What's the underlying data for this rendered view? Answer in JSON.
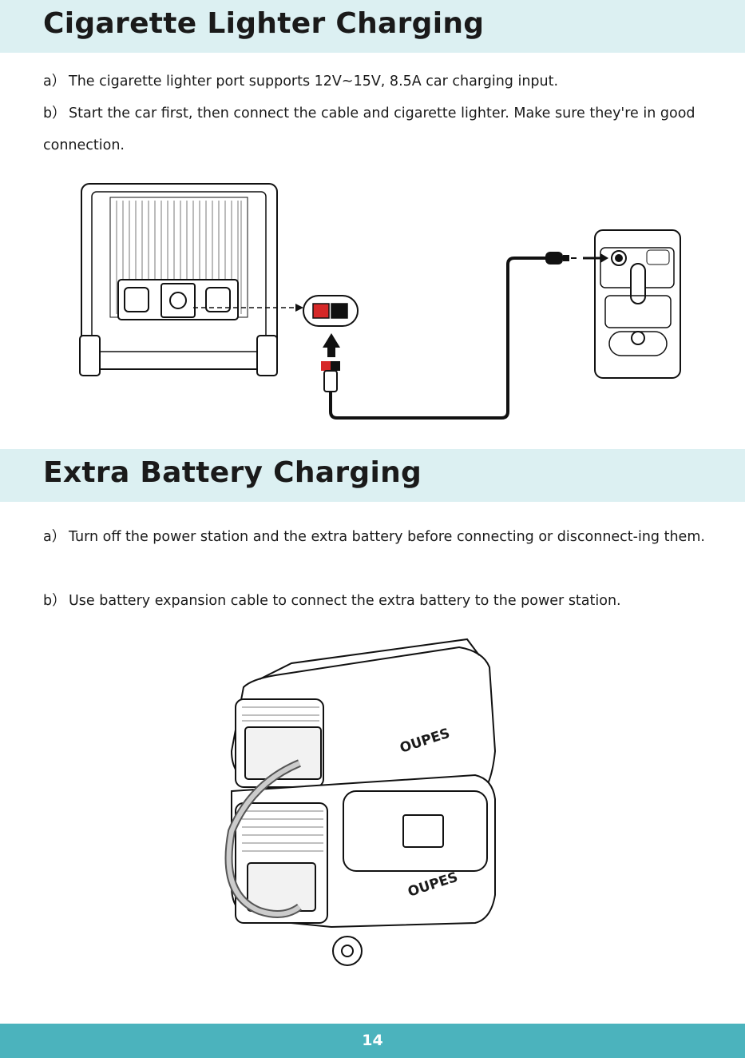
{
  "sections": [
    {
      "title": "Cigarette Lighter Charging",
      "items": [
        {
          "marker": "a）",
          "text": "The cigarette lighter port supports 12V~15V, 8.5A car charging input."
        },
        {
          "marker": "b）",
          "text": "Start the car first, then connect the cable and cigarette lighter. Make sure they're in good connection."
        }
      ]
    },
    {
      "title": "Extra Battery Charging",
      "items": [
        {
          "marker": "a）",
          "text": "Turn off the power station and the extra battery before connecting or disconnect-ing them."
        },
        {
          "marker": "b）",
          "text": "Use battery expansion cable to connect the extra battery to the power station."
        }
      ]
    }
  ],
  "figures": {
    "brand_logo_top": "OUPES",
    "brand_logo_bottom": "OUPES"
  },
  "footer": {
    "page_number": "14"
  },
  "colors": {
    "header_bg": "#dcf0f2",
    "footer_bg": "#4bb3bd",
    "accent_red": "#d62828"
  }
}
